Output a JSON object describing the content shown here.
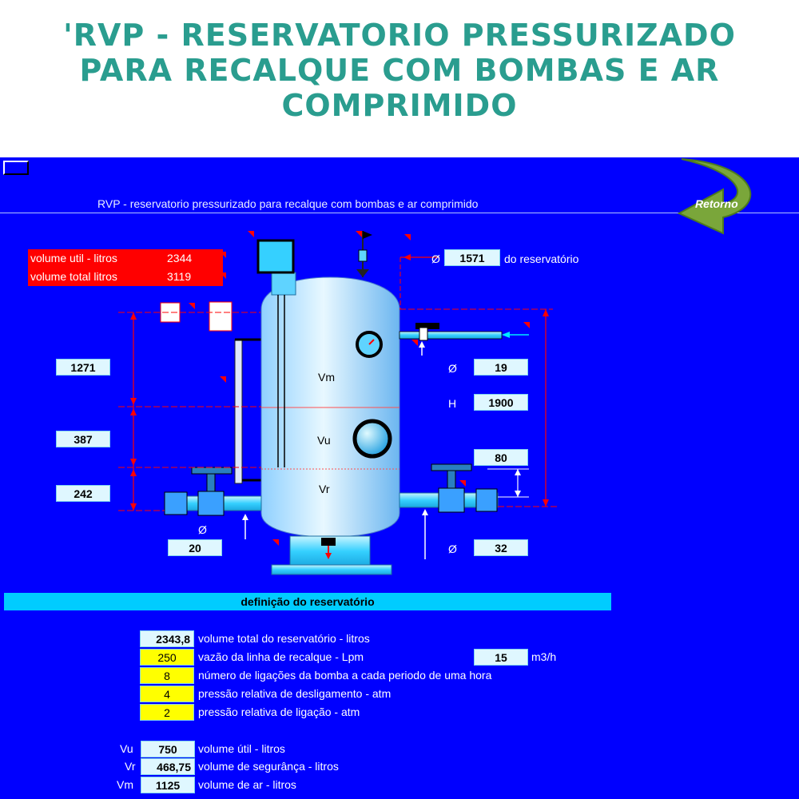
{
  "page_title": {
    "line1": "'RVP - RESERVATORIO PRESSURIZADO",
    "line2": "PARA RECALQUE COM BOMBAS E AR",
    "line3": "COMPRIMIDO"
  },
  "sheet": {
    "subtitle": "RVP - reservatorio pressurizado para recalque com bombas e ar comprimido",
    "return_label": "Retorno"
  },
  "volume_box": {
    "util_label": "volume util - litros",
    "util_value": "2344",
    "total_label": "volume total litros",
    "total_value": "3119"
  },
  "diagram": {
    "diameter_symbol": "Ø",
    "diameter_value": "1571",
    "diameter_suffix": "do reservatório",
    "dim_top": "1271",
    "dim_mid": "387",
    "dim_bottom": "242",
    "zone_vm": "Vm",
    "zone_vu": "Vu",
    "zone_vr": "Vr",
    "inlet_symbol": "Ø",
    "inlet_value": "19",
    "height_label": "H",
    "height_value": "1900",
    "offset_value": "80",
    "left_pipe_symbol": "Ø",
    "left_pipe_value": "20",
    "right_pipe_symbol": "Ø",
    "right_pipe_value": "32"
  },
  "definition": {
    "header": "definição do reservatório",
    "rows": [
      {
        "value": "2343,8",
        "label": "volume total do reservatório  - litros"
      },
      {
        "value": "250",
        "label": "vazão da linha de recalque  - Lpm"
      },
      {
        "value": "8",
        "label": "número de ligações da bomba a cada periodo de uma hora"
      },
      {
        "value": "4",
        "label": "pressão relativa de desligamento - atm"
      },
      {
        "value": "2",
        "label": "pressão relativa de ligação - atm"
      }
    ],
    "flow_value": "15",
    "flow_unit": "m3/h"
  },
  "results": [
    {
      "symbol": "Vu",
      "value": "750",
      "label": "volume útil - litros"
    },
    {
      "symbol": "Vr",
      "value": "468,75",
      "label": "volume de segurânça  - litros"
    },
    {
      "symbol": "Vm",
      "value": "1125",
      "label": "volume de ar - litros"
    }
  ],
  "colors": {
    "title": "#2a9d8f",
    "sheet_bg": "#0000ff",
    "tank": "#5fd3ff",
    "input_cell": "#ffff00",
    "output_cell": "#dff7ff",
    "warning": "#ff0000"
  }
}
